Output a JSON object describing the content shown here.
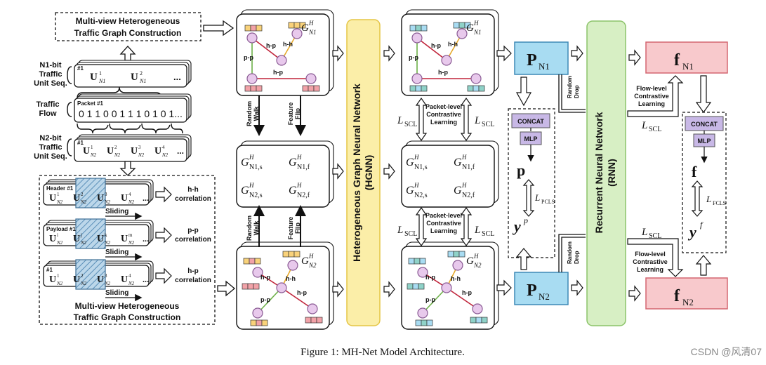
{
  "left": {
    "construction_title_top": [
      "Multi-view Heterogeneous",
      "Traffic Graph Construction"
    ],
    "construction_title_bottom": [
      "Multi-view Heterogeneous",
      "Traffic Graph Construction"
    ],
    "n1_label": [
      "N1-bit",
      "Traffic",
      "Unit Seq."
    ],
    "traffic_flow_label": [
      "Traffic",
      "Flow"
    ],
    "n2_label": [
      "N2-bit",
      "Traffic",
      "Unit Seq."
    ],
    "corner_mark": "#1",
    "packet_tag": "Packet #1",
    "bit_string": "0 1 1 0 0 1 1 1 0 1 0 1...",
    "n1_units": [
      "U",
      "1",
      "N1",
      "U",
      "2",
      "N1",
      "..."
    ],
    "n2_units_sup": [
      "1",
      "2",
      "3",
      "4"
    ],
    "n2_sub": "N2",
    "unit_letter": "U",
    "ellipsis": "...",
    "header_tag": "Header #1",
    "payload_tag": "Payload #1",
    "payload_sup": [
      "i",
      "j",
      "k",
      "m"
    ],
    "sliding": "Sliding",
    "corr": [
      [
        "h-h",
        "correlation"
      ],
      [
        "p-p",
        "correlation"
      ],
      [
        "h-p",
        "correlation"
      ]
    ]
  },
  "graphs": {
    "edge_hh": "h-h",
    "edge_pp": "p-p",
    "edge_hp": "h-p",
    "g_top_name": "G",
    "g_sup": "H",
    "g_top_sub": "N1",
    "g_bot_sub": "N2",
    "mid_labels": [
      {
        "sub": "N1,s"
      },
      {
        "sub": "N1,f"
      },
      {
        "sub": "N2,s"
      },
      {
        "sub": "N2,f"
      }
    ],
    "aug_random": [
      "Random",
      "Walk"
    ],
    "aug_feature": [
      "Feature",
      "Flip"
    ]
  },
  "hgnn": {
    "label": [
      "Heterogeneous Graph Neural Network",
      "(HGNN)"
    ]
  },
  "scl": {
    "loss": "L",
    "loss_sub": "SCL",
    "packet_level": [
      "Packet-level",
      "Contrastive",
      "Learning"
    ]
  },
  "packet_side": {
    "p_n1": "P",
    "p_n1_sub": "N1",
    "p_n2": "P",
    "p_n2_sub": "N2",
    "concat": "CONCAT",
    "mlp": "MLP",
    "p": "p",
    "yp": "y",
    "yp_sup": "p",
    "pcls": "L",
    "pcls_sub": "PCLS",
    "random_drop": [
      "Random",
      "Drop"
    ]
  },
  "rnn": {
    "label": [
      "Recurrent Neural Network",
      "(RNN)"
    ]
  },
  "flow_side": {
    "f_n1": "f",
    "f_n1_sub": "N1",
    "f_n2": "f",
    "f_n2_sub": "N2",
    "flow_level": [
      "Flow-level",
      "Contrastive",
      "Learning"
    ],
    "loss": "L",
    "loss_sub": "SCL",
    "concat": "CONCAT",
    "mlp": "MLP",
    "f": "f",
    "yf": "y",
    "yf_sup": "f",
    "fcls": "L",
    "fcls_sub": "FCLS"
  },
  "caption": "Figure 1: MH-Net Model Architecture.",
  "watermark": "CSDN @风清07",
  "colors": {
    "hgnn_fill": "#fbeea8",
    "hgnn_stroke": "#e5c545",
    "rnn_fill": "#d7efc4",
    "rnn_stroke": "#8cc46a",
    "p_fill": "#a8dcf2",
    "p_stroke": "#3d89b6",
    "f_fill": "#f8c9cc",
    "f_stroke": "#d46670",
    "concat_fill": "#c8b8e6",
    "node_fill": "#e8c9ec",
    "node_stroke": "#8a5b94"
  }
}
